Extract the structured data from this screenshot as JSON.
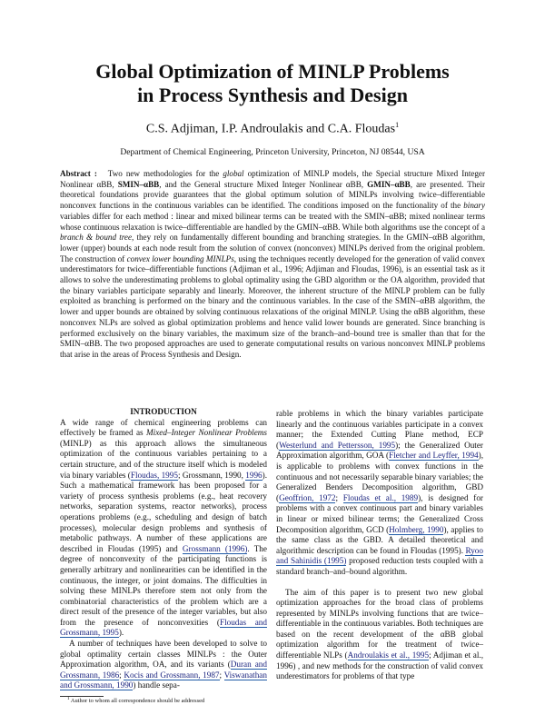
{
  "title_line1": "Global Optimization of MINLP Problems",
  "title_line2": "in Process Synthesis and Design",
  "authors": "C.S. Adjiman, I.P. Androulakis and C.A. Floudas",
  "authors_footnote_mark": "1",
  "affiliation": "Department of Chemical Engineering, Princeton University, Princeton, NJ 08544, USA",
  "abstract_label": "Abstract :",
  "abstract_body": "Two new methodologies for the global optimization of MINLP models, the Special structure Mixed Integer Nonlinear αBB, SMIN–αBB, and the General structure Mixed Integer Nonlinear αBB, GMIN–αBB, are presented. Their theoretical foundations provide guarantees that the global optimum solution of MINLPs involving twice–differentiable nonconvex functions in the continuous variables can be identified. The conditions imposed on the functionality of the binary variables differ for each method : linear and mixed bilinear terms can be treated with the SMIN–αBB; mixed nonlinear terms whose continuous relaxation is twice–differentiable are handled by the GMIN–αBB. While both algorithms use the concept of a branch & bound tree, they rely on fundamentally different bounding and branching strategies. In the GMIN–αBB algorithm, lower (upper) bounds at each node result from the solution of convex (nonconvex) MINLPs derived from the original problem. The construction of convex lower bounding MINLPs, using the techniques recently developed for the generation of valid convex underestimators for twice–differentiable functions (Adjiman et al., 1996; Adjiman and Floudas, 1996), is an essential task as it allows to solve the underestimating problems to global optimality using the GBD algorithm or the OA algorithm, provided that the binary variables participate separably and linearly. Moreover, the inherent structure of the MINLP problem can be fully exploited as branching is performed on the binary and the continuous variables. In the case of the SMIN–αBB algorithm, the lower and upper bounds are obtained by solving continuous relaxations of the original MINLP. Using the αBB algorithm, these nonconvex NLPs are solved as global optimization problems and hence valid lower bounds are generated. Since branching is performed exclusively on the binary variables, the maximum size of the branch–and–bound tree is smaller than that for the SMIN–αBB. The two proposed approaches are used to generate computational results on various nonconvex MINLP problems that arise in the areas of Process Synthesis and Design.",
  "intro_heading": "INTRODUCTION",
  "footnote": "Author to whom all correspondence should be addressed",
  "footnote_mark": "1"
}
